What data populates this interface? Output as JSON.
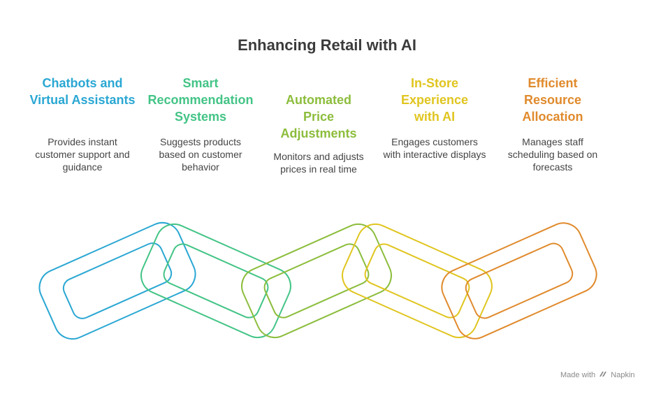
{
  "title": "Enhancing Retail with AI",
  "items": [
    {
      "heading": "Chatbots and Virtual Assistants",
      "description": "Provides instant customer support and guidance",
      "color": "#2aa7d3"
    },
    {
      "heading": "Smart Recommendation Systems",
      "description": "Suggests products based on customer behavior",
      "color": "#43c486"
    },
    {
      "heading": "Automated Price Adjustments",
      "description": "Monitors and adjusts prices in real time",
      "color": "#8cbd3c"
    },
    {
      "heading": "In-Store Experience with AI",
      "description": "Engages customers with interactive displays",
      "color": "#e0c51f"
    },
    {
      "heading": "Efficient Resource Allocation",
      "description": "Manages staff scheduling based on forecasts",
      "color": "#e08a2c"
    }
  ],
  "watermark": {
    "prefix": "Made with",
    "brand": "Napkin"
  }
}
